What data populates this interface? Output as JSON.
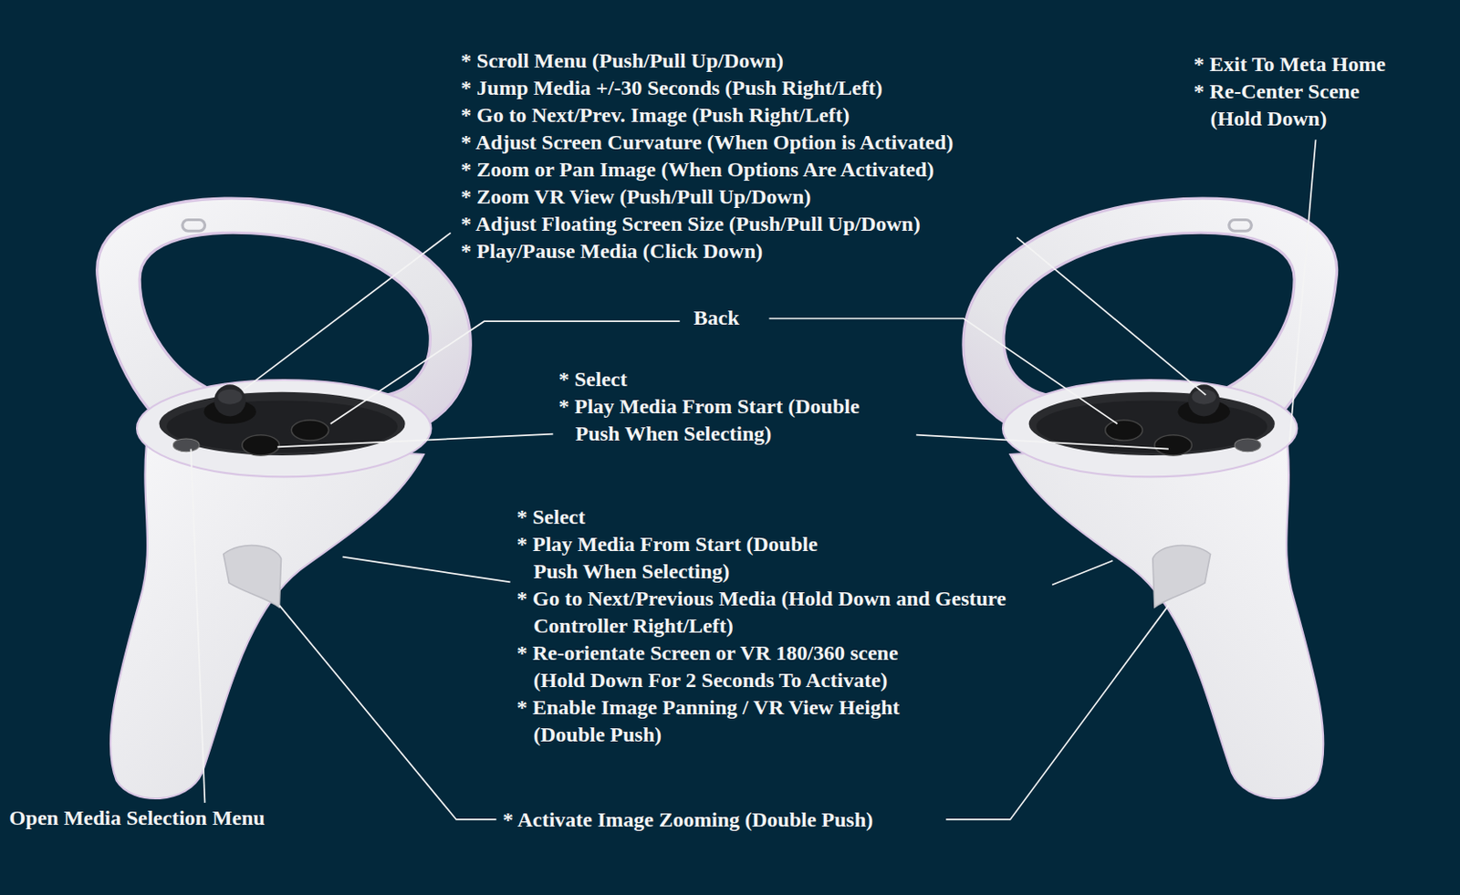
{
  "diagram": {
    "labels": [
      "* Scroll Menu (Push/Pull Up/Down)",
      "* Jump Media +/-30 Seconds (Push Right/Left)",
      "* Go to Next/Prev. Image (Push Right/Left)",
      "* Adjust Screen Curvature (When Option is Activated)",
      "* Zoom or Pan Image (When Options Are Activated)",
      "* Zoom VR View (Push/Pull Up/Down)",
      "* Adjust Floating Screen Size (Push/Pull Up/Down)",
      "* Play/Pause Media (Click Down)",
      "* Exit To Meta Home",
      "* Re-Center Scene (Hold Down)",
      "Back",
      "* Select",
      "* Play Media From Start (Double Push When Selecting)",
      "* Select",
      "* Play Media From Start (Double Push When Selecting)",
      "* Go to Next/Previous Media (Hold Down and Gesture Controller Right/Left)",
      "* Re-orientate Screen or VR 180/360 scene (Hold Down For 2 Seconds To Activate)",
      "* Enable Image Panning / VR View Height (Double Push)",
      "Open Media Selection Menu",
      "* Activate Image Zooming (Double Push)"
    ]
  }
}
